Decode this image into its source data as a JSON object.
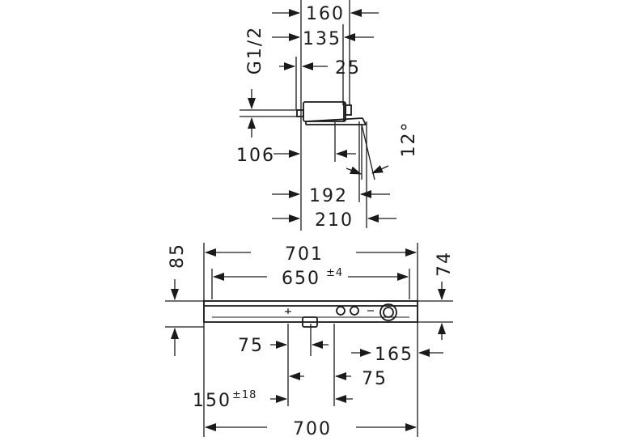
{
  "side_view": {
    "dims": {
      "d160": "160",
      "d135": "135",
      "g12": "G1/2",
      "d25": "25",
      "d106": "106",
      "angle": "12°",
      "d192": "192",
      "d210": "210"
    }
  },
  "front_view": {
    "dims": {
      "d701": "701",
      "d650": "650",
      "d650_tol": "±4",
      "d85": "85",
      "d74": "74",
      "d75a": "75",
      "d165": "165",
      "d75b": "75",
      "d150": "150",
      "d150_tol": "±18",
      "d700": "700"
    }
  },
  "colors": {
    "line": "#1a1a1a",
    "background": "#ffffff"
  }
}
